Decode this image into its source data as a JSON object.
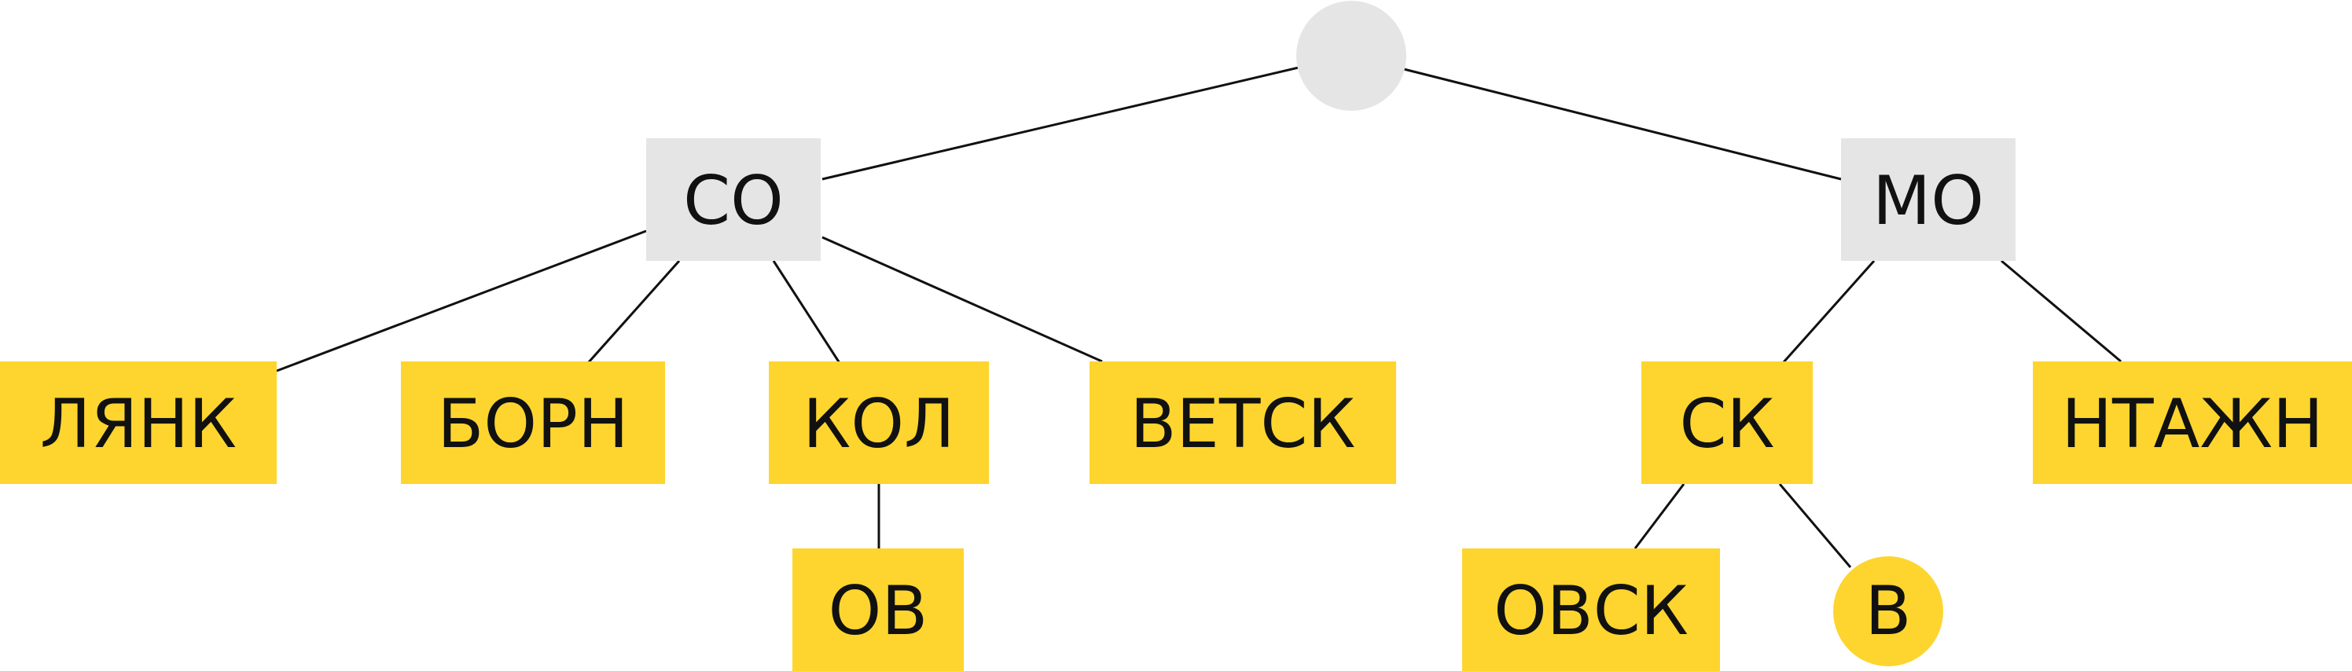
{
  "colors": {
    "root": "#e5e5e5",
    "branch": "#e5e5e5",
    "leaf": "#fdd52e",
    "text": "#111111",
    "edge": "#111111"
  },
  "tree": {
    "root": {
      "label": "",
      "shape": "circle"
    },
    "nodes": {
      "co": {
        "label": "СО",
        "shape": "box"
      },
      "mo": {
        "label": "МО",
        "shape": "box"
      },
      "lyank": {
        "label": "ЛЯНК",
        "shape": "box"
      },
      "born": {
        "label": "БОРН",
        "shape": "box"
      },
      "kol": {
        "label": "КОЛ",
        "shape": "box"
      },
      "vetsk": {
        "label": "ВЕТСК",
        "shape": "box"
      },
      "ov": {
        "label": "ОВ",
        "shape": "box"
      },
      "sk": {
        "label": "СК",
        "shape": "box"
      },
      "ntazhn": {
        "label": "НТАЖН",
        "shape": "box"
      },
      "ovsk": {
        "label": "ОВСК",
        "shape": "box"
      },
      "v": {
        "label": "В",
        "shape": "circle"
      }
    }
  }
}
